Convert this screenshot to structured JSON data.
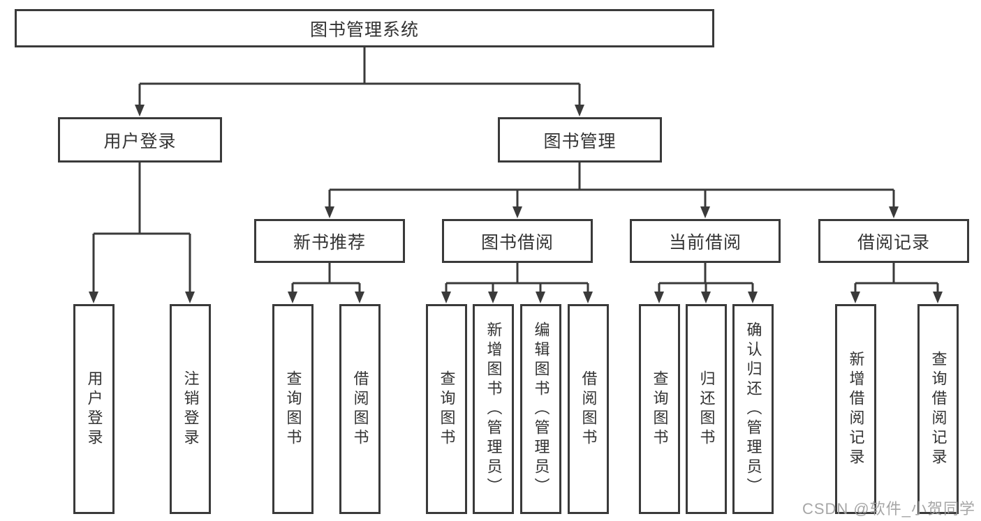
{
  "tree": {
    "root": {
      "label": "图书管理系统"
    },
    "children": [
      {
        "label": "用户登录",
        "children": [
          {
            "label": "用户登录"
          },
          {
            "label": "注销登录"
          }
        ]
      },
      {
        "label": "图书管理",
        "children": [
          {
            "label": "新书推荐",
            "children": [
              {
                "label": "查询图书"
              },
              {
                "label": "借阅图书"
              }
            ]
          },
          {
            "label": "图书借阅",
            "children": [
              {
                "label": "查询图书"
              },
              {
                "label": "新增图书（管理员）"
              },
              {
                "label": "编辑图书（管理员）"
              },
              {
                "label": "借阅图书"
              }
            ]
          },
          {
            "label": "当前借阅",
            "children": [
              {
                "label": "查询图书"
              },
              {
                "label": "归还图书"
              },
              {
                "label": "确认归还（管理员）"
              }
            ]
          },
          {
            "label": "借阅记录",
            "children": [
              {
                "label": "新增借阅记录"
              },
              {
                "label": "查询借阅记录"
              }
            ]
          }
        ]
      }
    ]
  },
  "watermark": {
    "text": "CSDN @软件_小贺同学"
  },
  "colors": {
    "line": "#3a3a3a",
    "text": "#333333",
    "background": "#ffffff",
    "watermark": "#9e9e9e"
  }
}
